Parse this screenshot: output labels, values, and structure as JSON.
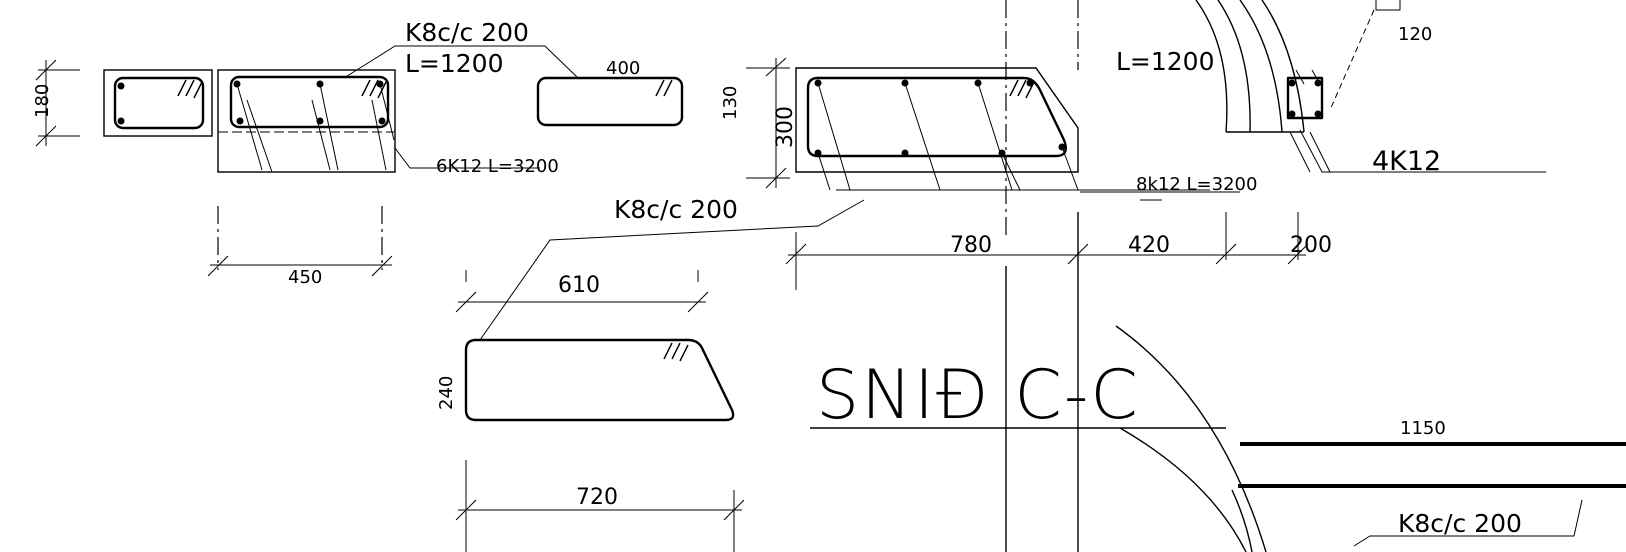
{
  "labels": {
    "stirrup_left": "K8c/c 200",
    "stirrup_left_length": "L=1200",
    "bars_left": "6K12  L=3200",
    "stirrup_mid": "K8c/c 200",
    "stirrup_right_length": "L=1200",
    "bars_right": "8k12  L=3200",
    "bars_arc": "4K12",
    "stirrup_bottom_right": "K8c/c 200",
    "section_title": "SNIĐ  C-C"
  },
  "dimensions": {
    "d180": "180",
    "d450": "450",
    "d400": "400",
    "d130": "130",
    "d300": "300",
    "d780": "780",
    "d420": "420",
    "d200": "200",
    "d120": "120",
    "d610": "610",
    "d240": "240",
    "d720": "720",
    "d1150": "1150"
  }
}
